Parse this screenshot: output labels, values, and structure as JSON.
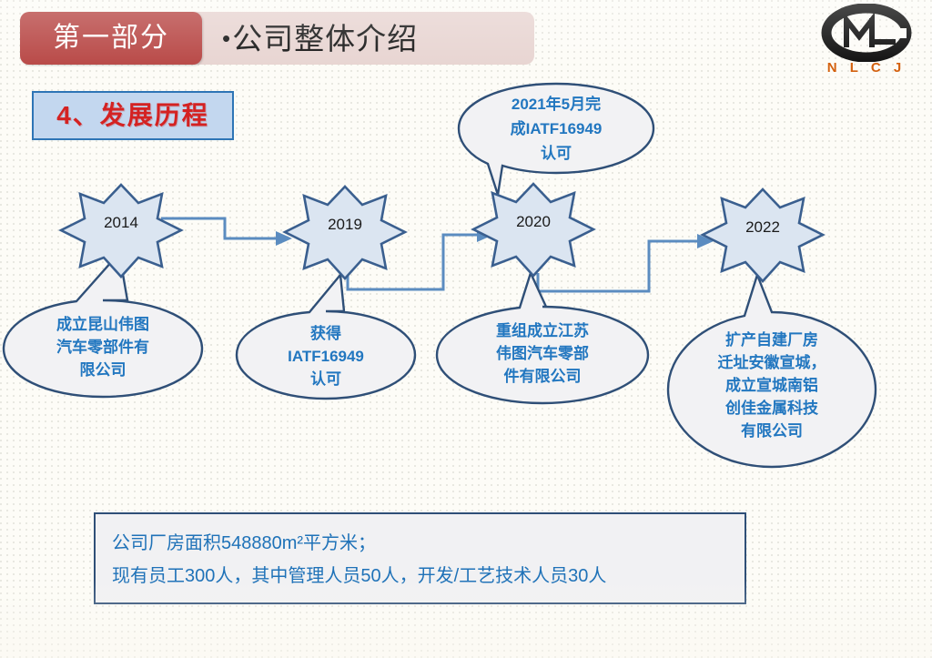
{
  "header": {
    "tab_label": "第一部分",
    "bullet": "•",
    "title": "公司整体介绍"
  },
  "logo": {
    "mark_name": "nlcj-monogram-logo",
    "text": "N L C J",
    "text_color": "#d4610f",
    "mark_color": "#111111"
  },
  "section": {
    "chip_label": "4、发展历程",
    "chip_text_color": "#d42222",
    "chip_fill": "#c3d7ef",
    "chip_border": "#2e75b6"
  },
  "timeline": {
    "milestones": [
      {
        "year": "2014",
        "callout": [
          "成立昆山伟图",
          "汽车零部件有",
          "限公司"
        ],
        "callout_position": "below"
      },
      {
        "year": "2019",
        "callout": [
          "获得",
          "IATF16949",
          "认可"
        ],
        "callout_position": "below"
      },
      {
        "year": "2020",
        "callout": [
          "重组成立江苏",
          "伟图汽车零部",
          "件有限公司"
        ],
        "callout_position": "below",
        "callout_above": [
          "2021年5月完",
          "成IATF16949",
          "认可"
        ]
      },
      {
        "year": "2022",
        "callout": [
          "扩产自建厂房",
          "迁址安徽宣城，",
          "成立宣城南铝",
          "创佳金属科技",
          "有限公司"
        ],
        "callout_position": "below"
      }
    ],
    "connector_color": "#5b8cc0",
    "star_fill": "#dbe5f1",
    "star_border": "#3a5f8f",
    "callout_fill": "#f2f2f4",
    "callout_border": "#2f4f77",
    "callout_text_color": "#2277c0"
  },
  "note_box": {
    "lines": [
      "公司厂房面积548880m²平方米；",
      "现有员工300人，其中管理人员50人，开发/工艺技术人员30人"
    ],
    "text_color": "#1f72b8",
    "border_color": "#2f4f77"
  }
}
